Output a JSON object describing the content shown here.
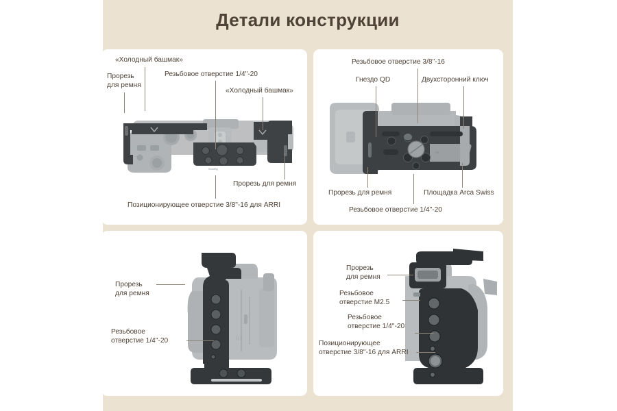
{
  "page": {
    "title": "Детали конструкции",
    "background_outer": "#ffffff",
    "background_inner": "#ece2d1",
    "panel_background": "#ffffff",
    "text_color": "#4f4237",
    "leader_color": "#8d8377"
  },
  "panels": [
    {
      "id": "top-left",
      "view": "top-view-camera-cage",
      "labels": [
        {
          "id": "tl-cold-shoe-1",
          "text": "«Холодный башмак»"
        },
        {
          "id": "tl-strap-slot",
          "text": "Прорезь\nдля ремня",
          "line1": "Прорезь",
          "line2": "для ремня"
        },
        {
          "id": "tl-thread-14",
          "text": "Резьбовое отверстие 1/4\"-20"
        },
        {
          "id": "tl-cold-shoe-2",
          "text": "«Холодный башмак»"
        },
        {
          "id": "tl-strap-slot-2",
          "text": "Прорезь для ремня"
        },
        {
          "id": "tl-arri-38",
          "text": "Позиционирующее отверстие 3/8\"-16 для ARRI"
        }
      ]
    },
    {
      "id": "top-right",
      "view": "bottom-view-camera-cage",
      "labels": [
        {
          "id": "tr-thread-38",
          "text": "Резьбовое отверстие 3/8\"-16"
        },
        {
          "id": "tr-qd-socket",
          "text": "Гнездо QD"
        },
        {
          "id": "tr-wrench",
          "text": "Двухсторонний ключ"
        },
        {
          "id": "tr-strap-slot",
          "text": "Прорезь для ремня"
        },
        {
          "id": "tr-arca-plate",
          "text": "Площадка Arca Swiss"
        },
        {
          "id": "tr-thread-14",
          "text": "Резьбовое отверстие 1/4\"-20"
        }
      ]
    },
    {
      "id": "bottom-left",
      "view": "left-side-view-camera-cage",
      "labels": [
        {
          "id": "bl-strap-slot",
          "line1": "Прорезь",
          "line2": "для ремня"
        },
        {
          "id": "bl-thread-14",
          "line1": "Резьбовое",
          "line2": "отверстие 1/4\"-20"
        }
      ]
    },
    {
      "id": "bottom-right",
      "view": "right-side-view-camera-cage",
      "labels": [
        {
          "id": "br-strap-slot",
          "line1": "Прорезь",
          "line2": "для ремня"
        },
        {
          "id": "br-thread-m25",
          "line1": "Резьбовое",
          "line2": "отверстие M2.5"
        },
        {
          "id": "br-thread-14",
          "line1": "Резьбовое",
          "line2": "отверстие 1/4\"-20"
        },
        {
          "id": "br-arri-38",
          "line1": "Позиционирующее",
          "line2": "отверстие 3/8\"-16 для ARRI"
        }
      ]
    }
  ]
}
